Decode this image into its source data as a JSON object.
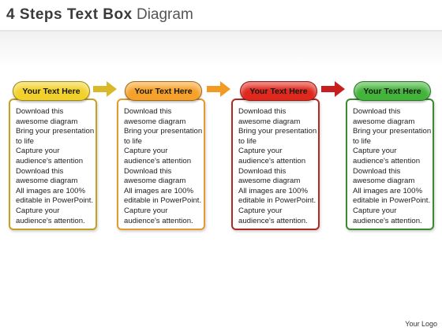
{
  "title": {
    "main": "4 Steps Text Box",
    "sub": "Diagram"
  },
  "steps": [
    {
      "label": "Your Text Here",
      "pill_color": "#f2d22a",
      "border_color": "#c6a020",
      "lines": [
        "Download this",
        "awesome diagram",
        "Bring your presentation",
        "to life",
        "Capture your",
        "audience's attention",
        "Download this",
        "awesome diagram",
        "All images are 100%",
        "editable in PowerPoint.",
        "Capture your",
        "audience's attention."
      ]
    },
    {
      "label": "Your Text Here",
      "pill_color": "#f6a22a",
      "border_color": "#e39a2e",
      "lines": [
        "Download this",
        "awesome diagram",
        "Bring your presentation",
        "to life",
        "Capture your",
        "audience's attention",
        "Download this",
        "awesome diagram",
        "All images are 100%",
        "editable in PowerPoint.",
        "Capture your",
        "audience's attention."
      ]
    },
    {
      "label": "Your Text Here",
      "pill_color": "#e0281c",
      "border_color": "#b02a24",
      "lines": [
        "Download this",
        "awesome diagram",
        "Bring your presentation",
        "to life",
        "Capture your",
        "audience's attention",
        "Download this",
        "awesome diagram",
        "All images are 100%",
        "editable in PowerPoint.",
        "Capture your",
        "audience's attention."
      ]
    },
    {
      "label": "Your Text Here",
      "pill_color": "#43b43a",
      "border_color": "#3a8a2e",
      "lines": [
        "Download this",
        "awesome diagram",
        "Bring your presentation",
        "to life",
        "Capture your",
        "audience's attention",
        "Download this",
        "awesome diagram",
        "All images are 100%",
        "editable in PowerPoint.",
        "Capture your",
        "audience's attention."
      ]
    }
  ],
  "arrows": [
    {
      "color": "#d9b82a",
      "icon": "arrow-right-icon"
    },
    {
      "color": "#f39a22",
      "icon": "arrow-right-icon"
    },
    {
      "color": "#c91e1e",
      "icon": "arrow-right-icon"
    }
  ],
  "footer": {
    "logo": "Your Logo"
  }
}
